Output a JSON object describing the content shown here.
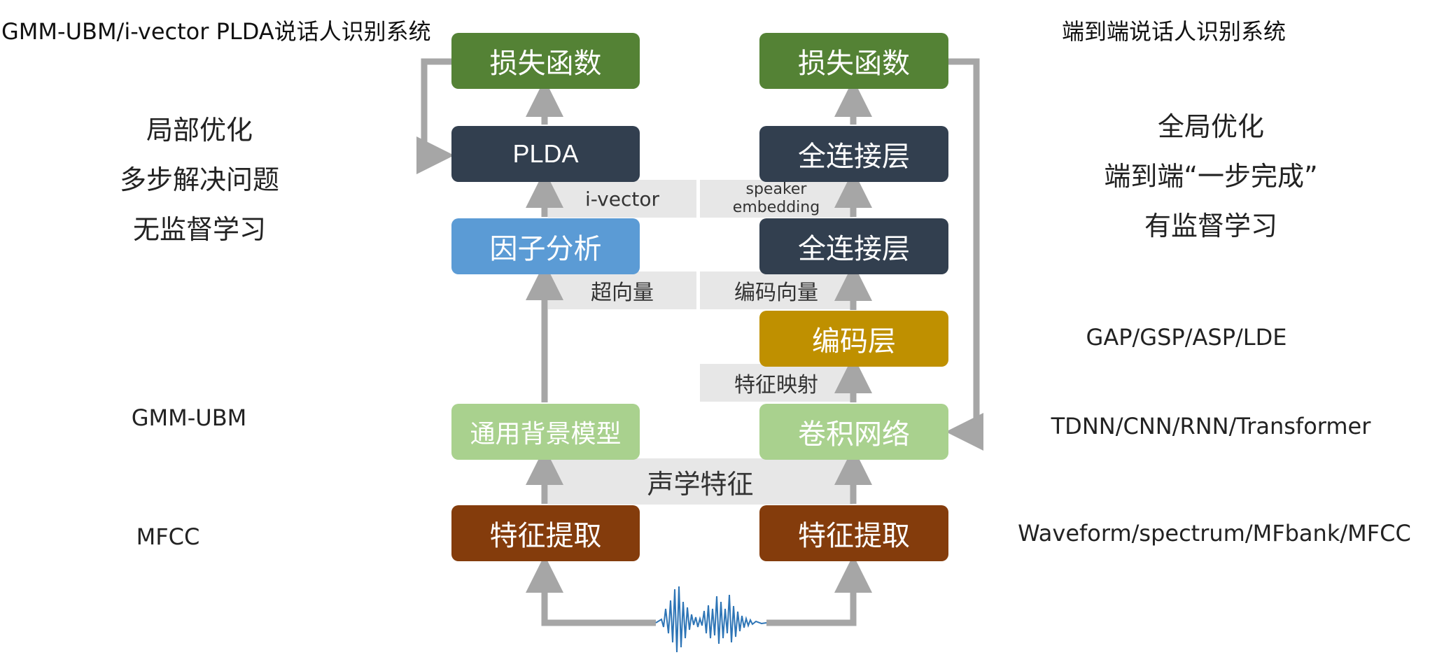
{
  "titles": {
    "left": "GMM-UBM/i-vector PLDA说话人识别系统",
    "right": "端到端说话人识别系统"
  },
  "left_pipeline": {
    "loss": "损失函数",
    "plda": "PLDA",
    "factor_analysis": "因子分析",
    "ubm": "通用背景模型",
    "feature_extraction": "特征提取"
  },
  "right_pipeline": {
    "loss": "损失函数",
    "fc_top": "全连接层",
    "fc_bottom": "全连接层",
    "encoding_layer": "编码层",
    "conv_net": "卷积网络",
    "feature_extraction": "特征提取"
  },
  "bands": {
    "ivector": "i-vector",
    "speaker_embedding": "speaker\nembedding",
    "supervector": "超向量",
    "encoding_vector": "编码向量",
    "feature_mapping": "特征映射",
    "acoustic_features": "声学特征"
  },
  "left_notes": {
    "local_opt": "局部优化",
    "multi_step": "多步解决问题",
    "unsupervised": "无监督学习",
    "gmm_ubm": "GMM-UBM",
    "mfcc": "MFCC"
  },
  "right_notes": {
    "global_opt": "全局优化",
    "one_step": "端到端“一步完成”",
    "supervised": "有监督学习",
    "pooling": "GAP/GSP/ASP/LDE",
    "networks": "TDNN/CNN/RNN/Transformer",
    "inputs": "Waveform/spectrum/MFbank/MFCC"
  },
  "colors": {
    "loss_green": "#548235",
    "dark_slate": "#323f4f",
    "light_blue": "#5b9bd5",
    "light_green": "#a9d18e",
    "gold": "#bf9000",
    "brown": "#843c0c",
    "arrow_gray": "#a6a6a6",
    "band_gray": "#e7e7e7",
    "waveform_blue": "#2e75b6"
  }
}
